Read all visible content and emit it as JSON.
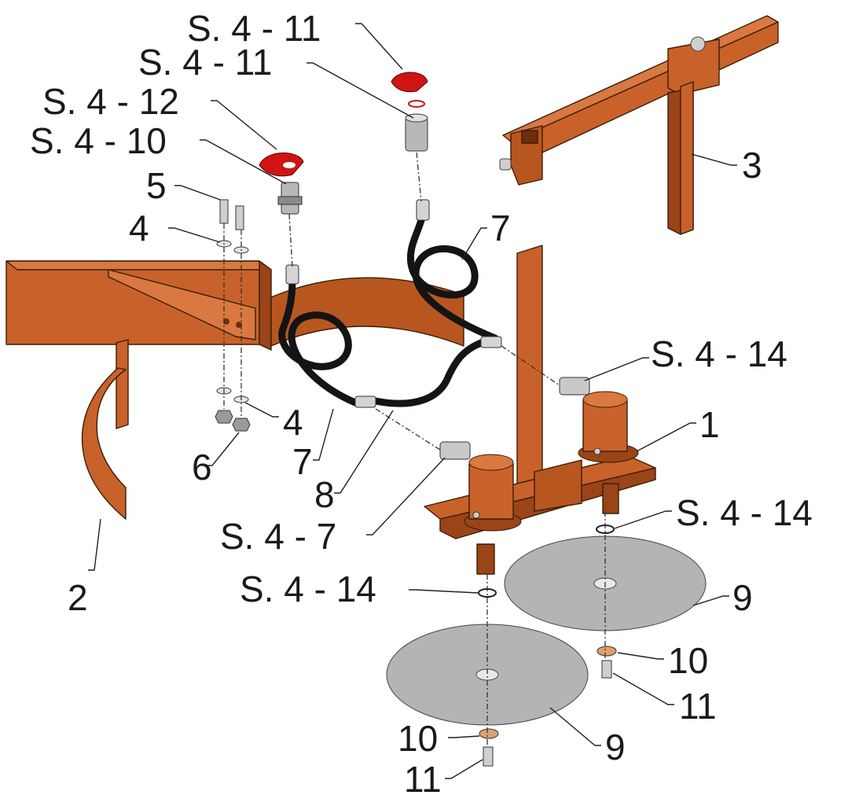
{
  "callouts": {
    "s4_11_a": "S. 4 - 11",
    "s4_11_b": "S. 4 - 11",
    "s4_12": "S. 4 - 12",
    "s4_10": "S. 4 - 10",
    "n5": "5",
    "n4_top": "4",
    "n3": "3",
    "n7_right": "7",
    "s4_14_right": "S. 4 - 14",
    "n1": "1",
    "n4_bottom": "4",
    "n6": "6",
    "n7_left": "7",
    "n8": "8",
    "s4_7": "S. 4 - 7",
    "s4_14_mid": "S. 4 - 14",
    "s4_14_lower": "S. 4 - 14",
    "n2": "2",
    "n9_right": "9",
    "n10_right": "10",
    "n11_right": "11",
    "n9_left": "9",
    "n10_left": "10",
    "n11_left": "11"
  },
  "colors": {
    "steel": "#c8622a",
    "steel_shadow": "#9a4418",
    "steel_dark": "#6e2e0c",
    "cap_red": "#d01414",
    "hose_black": "#141414",
    "disc_grey": "#b4b4b4"
  }
}
